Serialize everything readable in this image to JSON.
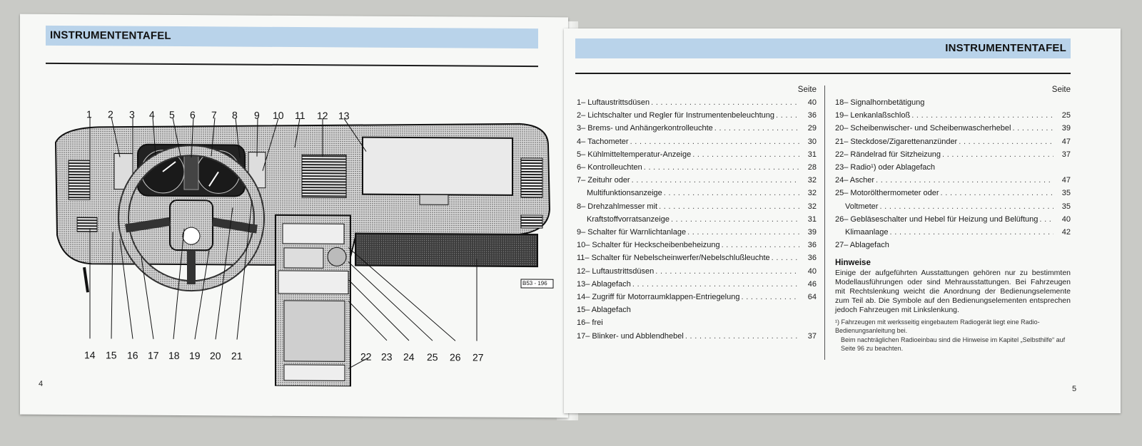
{
  "left_page": {
    "title": "INSTRUMENTENTAFEL",
    "page_number": "4",
    "figure_code": "B53 - 196",
    "callouts_top": [
      "1",
      "2",
      "3",
      "4",
      "5",
      "6",
      "7",
      "8",
      "9",
      "10",
      "11",
      "12",
      "13"
    ],
    "callouts_bottom": [
      "14",
      "15",
      "16",
      "17",
      "18",
      "19",
      "20",
      "21",
      "22",
      "23",
      "24",
      "25",
      "26",
      "27"
    ]
  },
  "right_page": {
    "title": "INSTRUMENTENTAFEL",
    "page_number": "5",
    "seite_label": "Seite",
    "left_column": [
      {
        "label": "1– Luftaustrittsdüsen",
        "page": "40"
      },
      {
        "label": "2– Lichtschalter und Regler für Instrumentenbeleuchtung",
        "page": "36"
      },
      {
        "label": "3– Brems- und Anhängerkontrolleuchte",
        "page": "29"
      },
      {
        "label": "4– Tachometer",
        "page": "30"
      },
      {
        "label": "5– Kühlmitteltemperatur-Anzeige",
        "page": "31"
      },
      {
        "label": "6– Kontrolleuchten",
        "page": "28"
      },
      {
        "label": "7– Zeituhr oder",
        "page": "32"
      },
      {
        "label": "Multifunktionsanzeige",
        "page": "32"
      },
      {
        "label": "8– Drehzahlmesser mit",
        "page": "32"
      },
      {
        "label": "Kraftstoffvorratsanzeige",
        "page": "31"
      },
      {
        "label": "9– Schalter für Warnlichtanlage",
        "page": "39"
      },
      {
        "label": "10– Schalter für Heckscheibenbeheizung",
        "page": "36"
      },
      {
        "label": "11– Schalter für Nebelscheinwerfer/Nebelschlußleuchte",
        "page": "36"
      },
      {
        "label": "12– Luftaustrittsdüsen",
        "page": "40"
      },
      {
        "label": "13– Ablagefach",
        "page": "46"
      },
      {
        "label": "14– Zugriff für Motorraumklappen-Entriegelung",
        "page": "64"
      },
      {
        "label": "15– Ablagefach",
        "page": ""
      },
      {
        "label": "16– frei",
        "page": ""
      },
      {
        "label": "17– Blinker- und Abblendhebel",
        "page": "37"
      }
    ],
    "right_column": [
      {
        "label": "18– Signalhornbetätigung",
        "page": ""
      },
      {
        "label": "19– Lenkanlaßschloß",
        "page": "25"
      },
      {
        "label": "20– Scheibenwischer- und Scheibenwascherhebel",
        "page": "39"
      },
      {
        "label": "21– Steckdose/Zigarettenanzünder",
        "page": "47"
      },
      {
        "label": "22– Rändelrad für Sitzheizung",
        "page": "37"
      },
      {
        "label": "23– Radio¹) oder Ablagefach",
        "page": ""
      },
      {
        "label": "24– Ascher",
        "page": "47"
      },
      {
        "label": "25– Motoröl­thermometer oder",
        "page": "35"
      },
      {
        "label": "Voltmeter",
        "page": "35"
      },
      {
        "label": "26– Gebläseschalter und Hebel für Heizung und Belüftung",
        "page": "40"
      },
      {
        "label": "Klimaanlage",
        "page": "42"
      },
      {
        "label": "27– Ablagefach",
        "page": ""
      }
    ],
    "note_title": "Hinweise",
    "note_text": "Einige der aufgeführten Ausstattungen gehören nur zu bestimmten Modellausführungen oder sind Mehrausstattungen. Bei Fahrzeugen mit Rechtslenkung weicht die Anordnung der Bedienungselemente zum Teil ab. Die Symbole auf den Bedienungselementen entsprechen jedoch Fahrzeugen mit Linkslenkung.",
    "footnote_1": "¹) Fahrzeugen mit werksseitig eingebautem Radiogerät liegt eine Radio-Bedienungsanleitung bei.",
    "footnote_2": "Beim nachträglichen Radioeinbau sind die Hinweise im Kapitel „Selbsthilfe“ auf Seite 96 zu beachten."
  }
}
